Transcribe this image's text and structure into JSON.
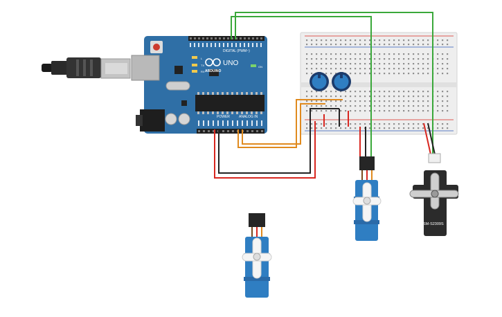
{
  "arduino": {
    "logo_text": "ARDUINO",
    "model": "UNO",
    "digital_label": "DIGITAL (PWM~)",
    "analog_label": "ANALOG IN",
    "power_label": "POWER",
    "tx_label": "TX",
    "rx_label": "RX",
    "l_label": "L",
    "on_label": "ON"
  },
  "servo_large": {
    "model": "SM-S2309S"
  },
  "colors": {
    "board": "#2f6fa6",
    "wire_green": "#3aa83a",
    "wire_orange": "#e08a1e",
    "wire_red": "#d8261f",
    "wire_black": "#222222",
    "servo_blue": "#2f7ec2",
    "servo_dark": "#2b2b2b",
    "breadboard": "#eeeeee"
  },
  "icons": [
    "usb-cable-icon",
    "potentiometer-icon",
    "servo-icon"
  ]
}
